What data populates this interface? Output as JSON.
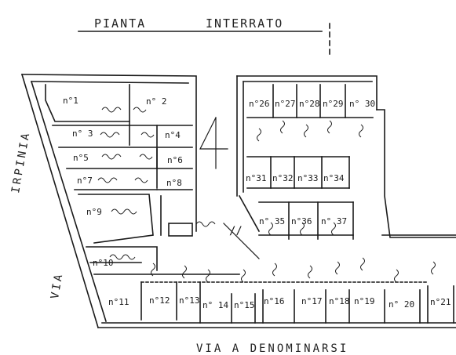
{
  "title": {
    "part1": "PIANTA",
    "part2": "INTERRATO"
  },
  "streets": {
    "left_top": "IRPINIA",
    "left_bottom": "VIA",
    "bottom": "VIA A DENOMINARSI"
  },
  "marks": {
    "four": "4",
    "ramp_arrow": "//"
  },
  "boxes": [
    {
      "id": "1",
      "label": "n°1"
    },
    {
      "id": "2",
      "label": "n° 2"
    },
    {
      "id": "3",
      "label": "n° 3"
    },
    {
      "id": "4",
      "label": "n°4"
    },
    {
      "id": "5",
      "label": "n°5"
    },
    {
      "id": "6",
      "label": "n°6"
    },
    {
      "id": "7",
      "label": "n°7"
    },
    {
      "id": "8",
      "label": "n°8"
    },
    {
      "id": "9",
      "label": "n°9"
    },
    {
      "id": "10",
      "label": "n°10"
    },
    {
      "id": "11",
      "label": "n°11"
    },
    {
      "id": "12",
      "label": "n°12"
    },
    {
      "id": "13",
      "label": "n°13"
    },
    {
      "id": "14",
      "label": "n° 14"
    },
    {
      "id": "15",
      "label": "n°15"
    },
    {
      "id": "16",
      "label": "n°16"
    },
    {
      "id": "17",
      "label": "n°17"
    },
    {
      "id": "18",
      "label": "n°18"
    },
    {
      "id": "19",
      "label": "n°19"
    },
    {
      "id": "20",
      "label": "n° 20"
    },
    {
      "id": "21",
      "label": "n°21"
    },
    {
      "id": "26",
      "label": "n°26"
    },
    {
      "id": "27",
      "label": "n°27"
    },
    {
      "id": "28",
      "label": "n°28"
    },
    {
      "id": "29",
      "label": "n°29"
    },
    {
      "id": "30",
      "label": "n° 30"
    },
    {
      "id": "31",
      "label": "n°31"
    },
    {
      "id": "32",
      "label": "n°32"
    },
    {
      "id": "33",
      "label": "n°33"
    },
    {
      "id": "34",
      "label": "n°34"
    },
    {
      "id": "35",
      "label": "n° 35"
    },
    {
      "id": "36",
      "label": "n°36"
    },
    {
      "id": "37",
      "label": "n° 37"
    }
  ],
  "colors": {
    "ink": "#1a1a1a",
    "paper": "#ffffff"
  }
}
